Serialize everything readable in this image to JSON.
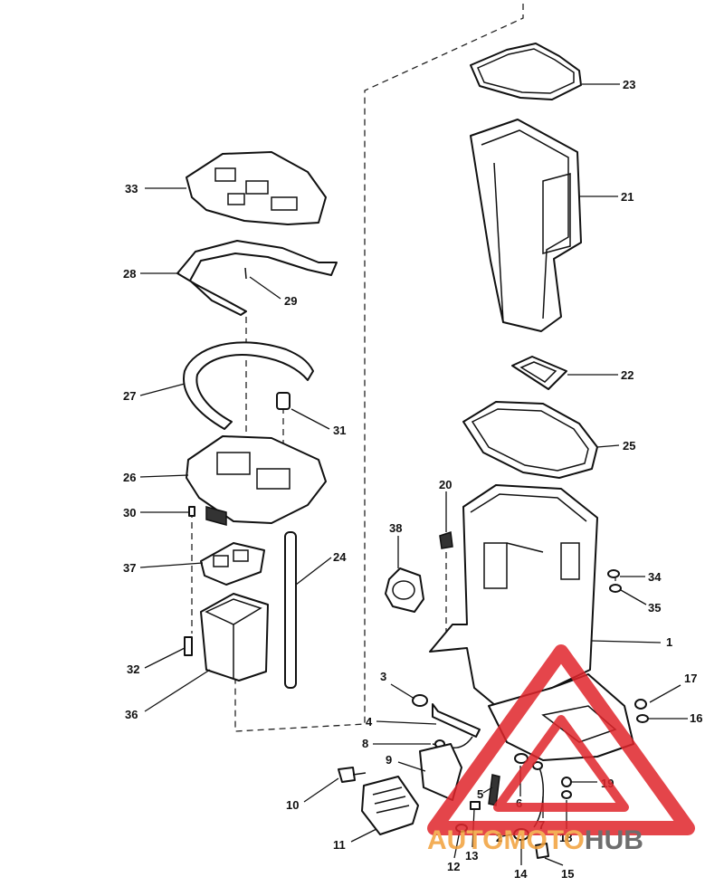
{
  "diagram": {
    "callouts": {
      "c1": "1",
      "c2": "2",
      "c3": "3",
      "c4": "4",
      "c5": "5",
      "c6": "6",
      "c7": "7",
      "c8": "8",
      "c9": "9",
      "c10": "10",
      "c11": "11",
      "c12": "12",
      "c13": "13",
      "c14": "14",
      "c15": "15",
      "c16": "16",
      "c17": "17",
      "c18": "18",
      "c19": "19",
      "c20": "20",
      "c21": "21",
      "c22": "22",
      "c23": "23",
      "c24": "24",
      "c25": "25",
      "c26": "26",
      "c27": "27",
      "c28": "28",
      "c29": "29",
      "c30": "30",
      "c31": "31",
      "c32": "32",
      "c33": "33",
      "c34": "34",
      "c35": "35",
      "c36": "36",
      "c37": "37",
      "c38": "38"
    }
  },
  "watermark": {
    "brand_part1": "AUTOMOTO",
    "brand_part2": "HUB",
    "color_accent": "#f2a03a",
    "color_dark": "#555555",
    "color_triangle": "#e0252b"
  }
}
